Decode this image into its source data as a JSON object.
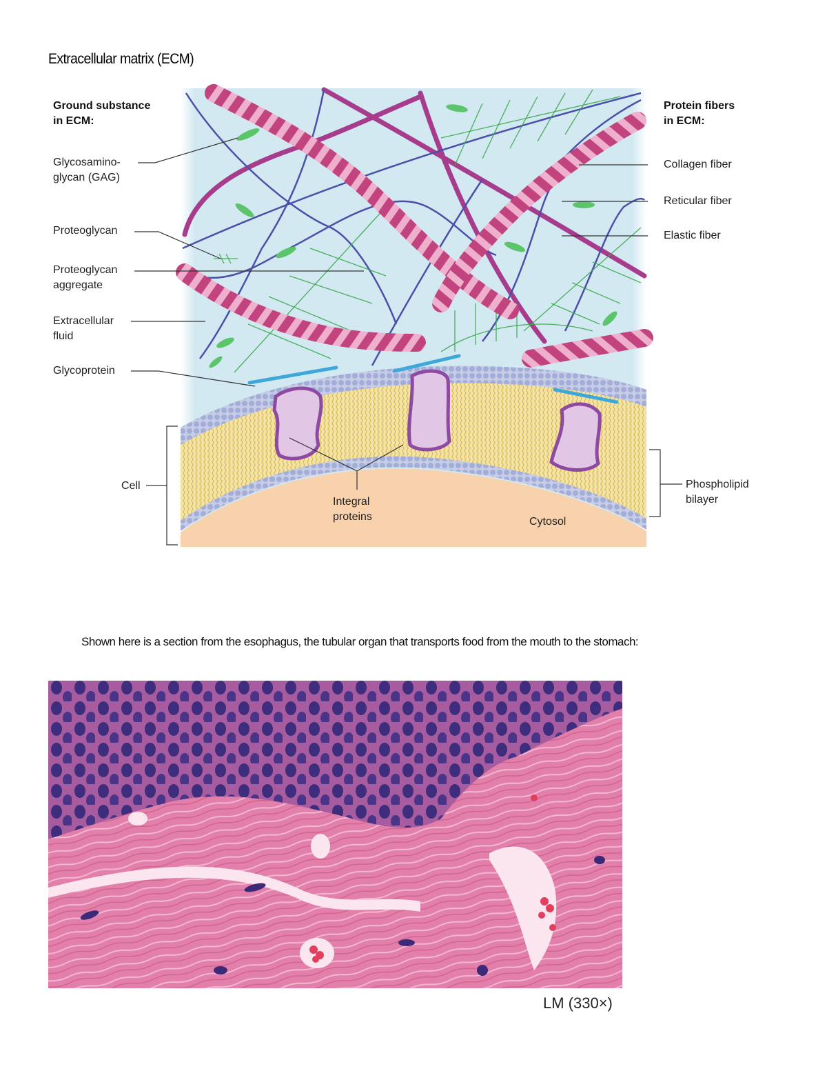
{
  "document": {
    "title": "Extracellular matrix (ECM)",
    "paragraph": "Shown here is a section from the esophagus, the tubular organ that transports food from the mouth to the stomach:"
  },
  "figure": {
    "left_heading": "Ground substance\nin ECM:",
    "right_heading": "Protein fibers\nin ECM:",
    "left_labels": [
      {
        "text": "Glycosamino-\nglycan (GAG)"
      },
      {
        "text": "Proteoglycan"
      },
      {
        "text": "Proteoglycan\naggregate"
      },
      {
        "text": "Extracellular\nfluid"
      },
      {
        "text": "Glycoprotein"
      }
    ],
    "right_labels": [
      {
        "text": "Collagen fiber"
      },
      {
        "text": "Reticular fiber"
      },
      {
        "text": "Elastic fiber"
      }
    ],
    "cell_label": "Cell",
    "integral_label": "Integral\nproteins",
    "cytosol_label": "Cytosol",
    "bilayer_label": "Phospholipid\nbilayer",
    "colors": {
      "ecm_background": "#d6ebf3",
      "collagen": "#c2447f",
      "collagen_band": "#f0b4d0",
      "elastic": "#a83c8c",
      "reticular": "#4a4fa8",
      "proteoglycan": "#3aa84a",
      "gag": "#5cc46a",
      "glycoprotein": "#3ea8d8",
      "phospholipid_head": "#a9b4dc",
      "phospholipid_tail": "#e8cc70",
      "integral_protein": "#e2c6e6",
      "cytosol": "#f8d2ac"
    }
  },
  "micrograph": {
    "caption": "LM (330×)",
    "colors": {
      "stroma": "#e07aa8",
      "epithelium": "#a65a9c",
      "nucleus": "#3c2a78",
      "rbc": "#e0405e"
    }
  }
}
